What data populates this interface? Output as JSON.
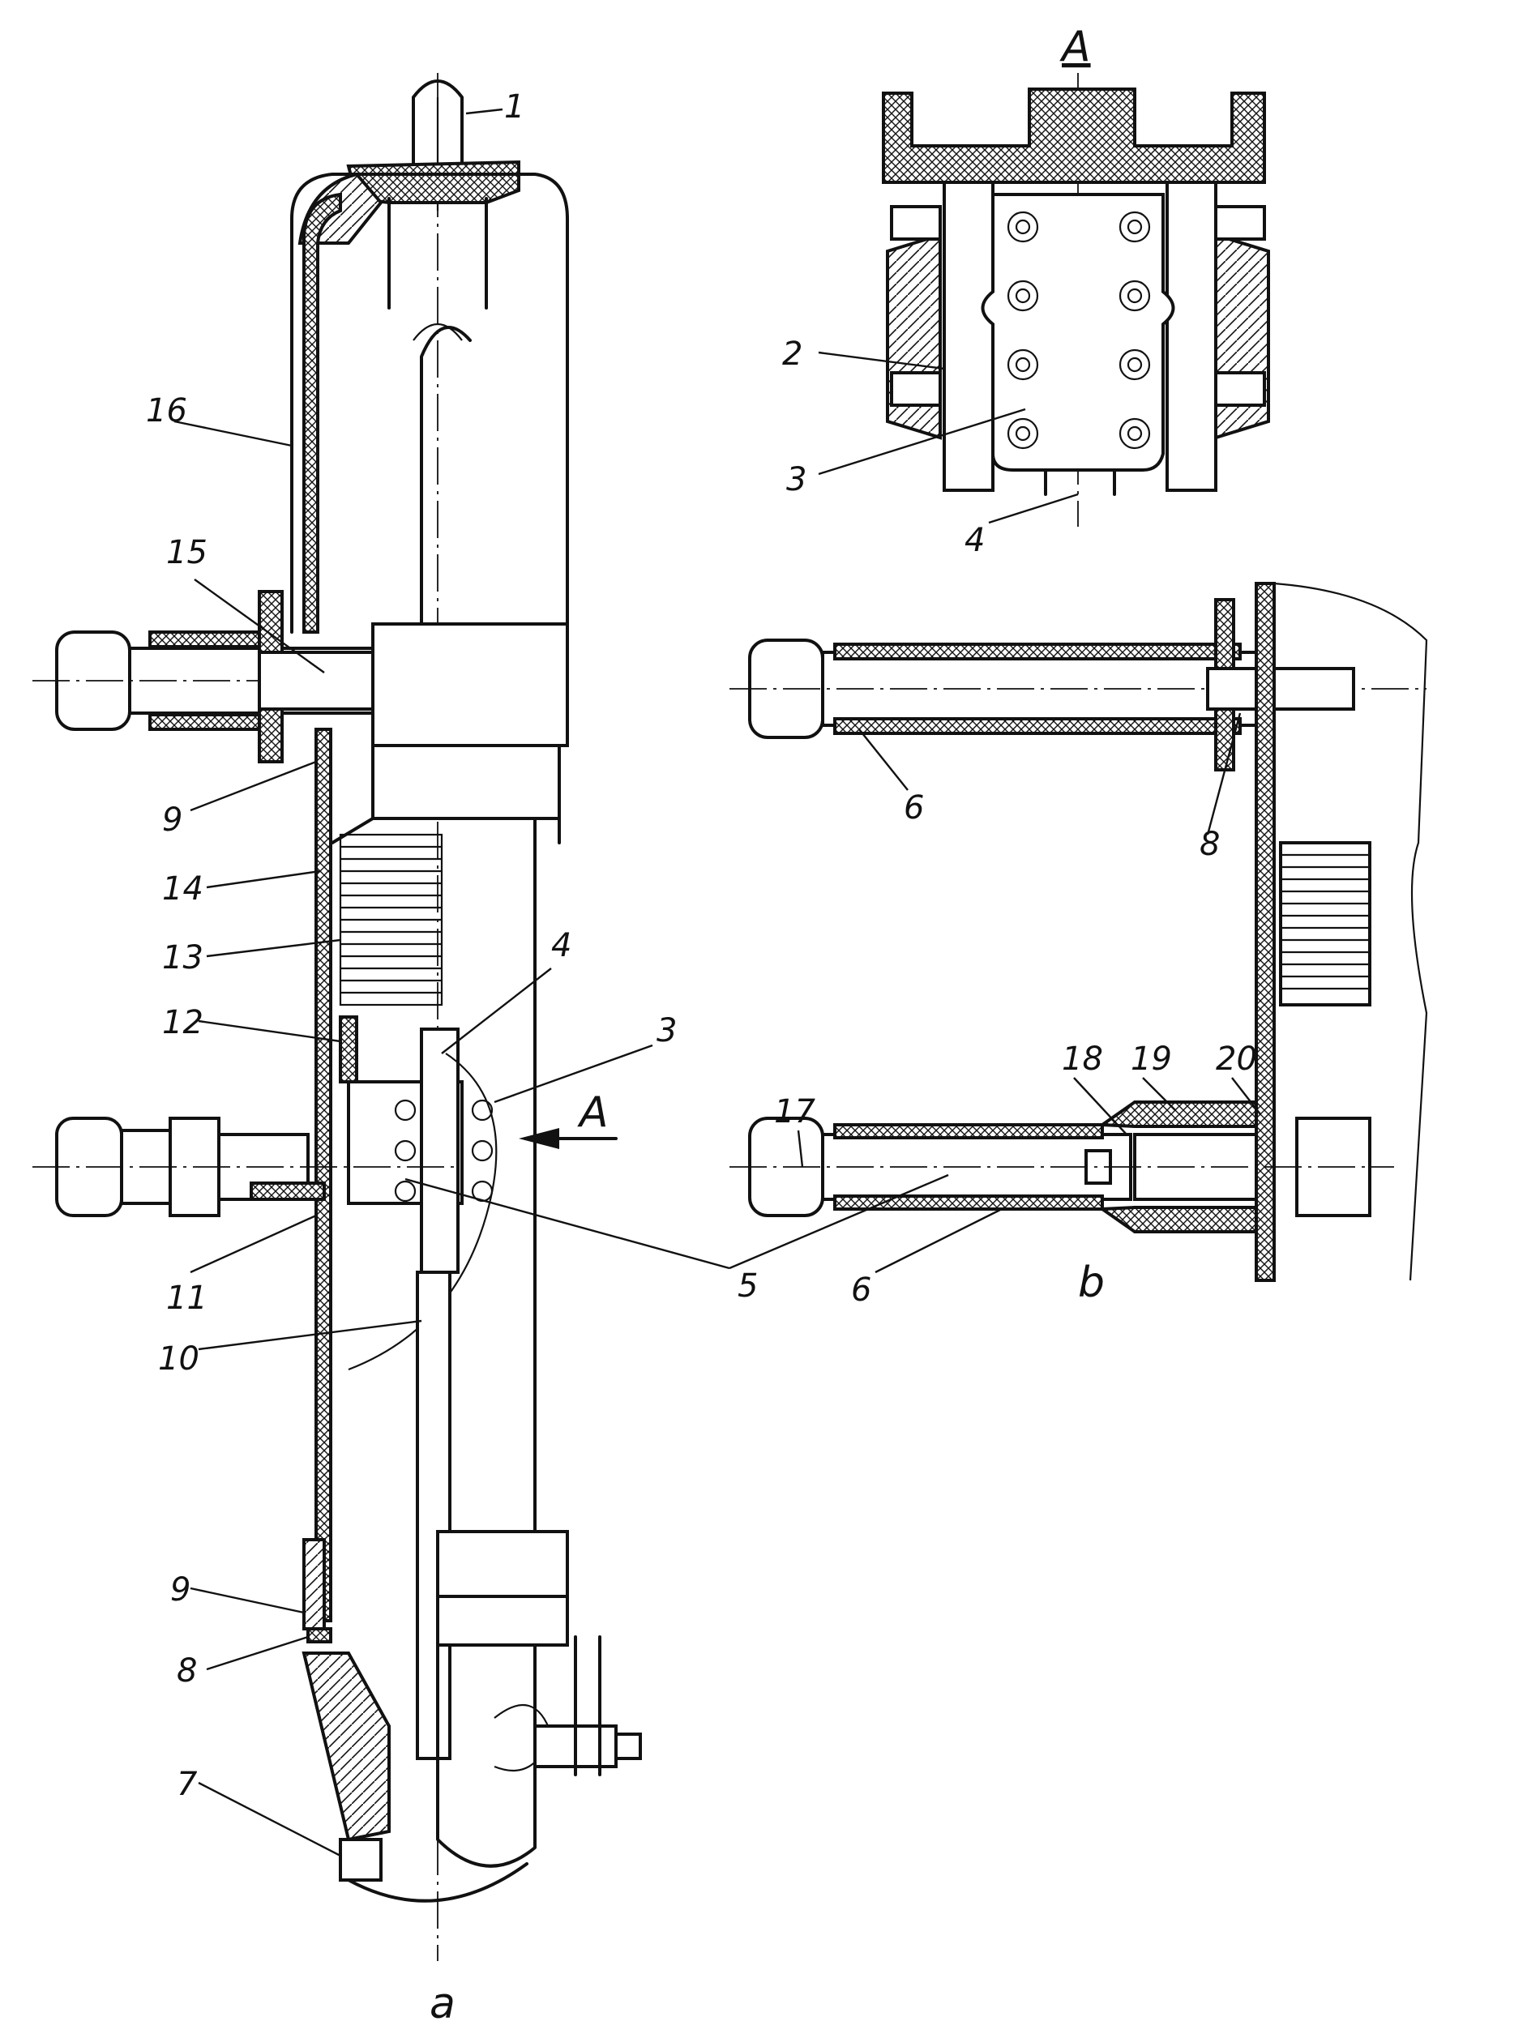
{
  "figure": {
    "view_labels": {
      "a": "a",
      "b": "b"
    },
    "section_label": "A",
    "arrow_label": "A",
    "callouts_a": [
      "1",
      "16",
      "15",
      "9",
      "14",
      "13",
      "12",
      "11",
      "10",
      "9",
      "8",
      "7",
      "4",
      "3",
      "5"
    ],
    "callouts_section": [
      "2",
      "3",
      "4"
    ],
    "callouts_b": [
      "6",
      "8",
      "17",
      "18",
      "19",
      "20",
      "5",
      "6"
    ]
  }
}
